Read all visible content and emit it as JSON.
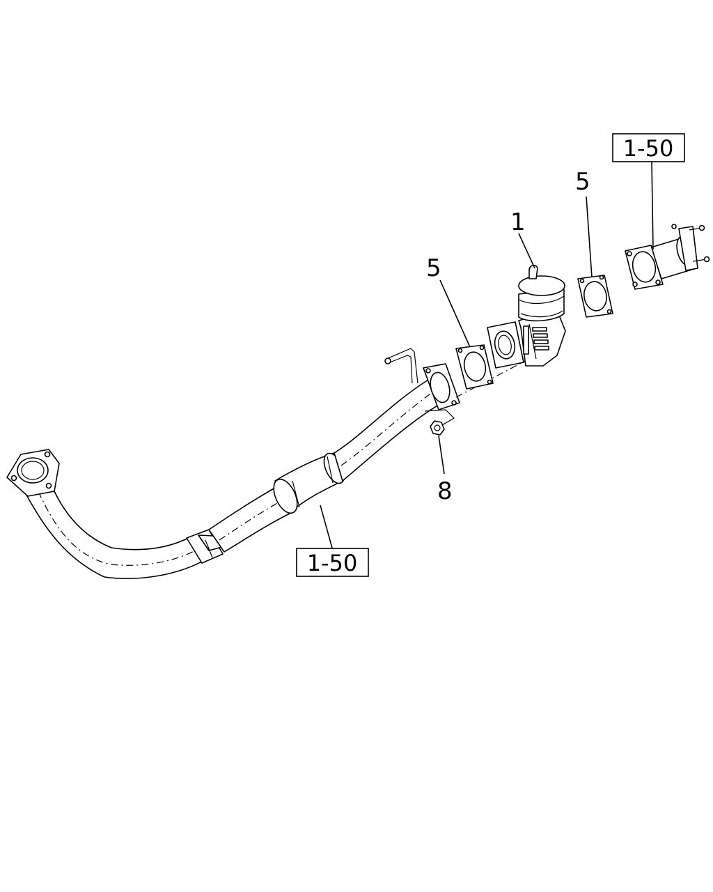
{
  "callouts": {
    "part_1": "1",
    "gasket_left": "5",
    "gasket_right": "5",
    "nut": "8",
    "ref_upper": "1-50",
    "ref_lower": "1-50"
  },
  "colors": {
    "line": "#000000",
    "background": "#ffffff"
  }
}
